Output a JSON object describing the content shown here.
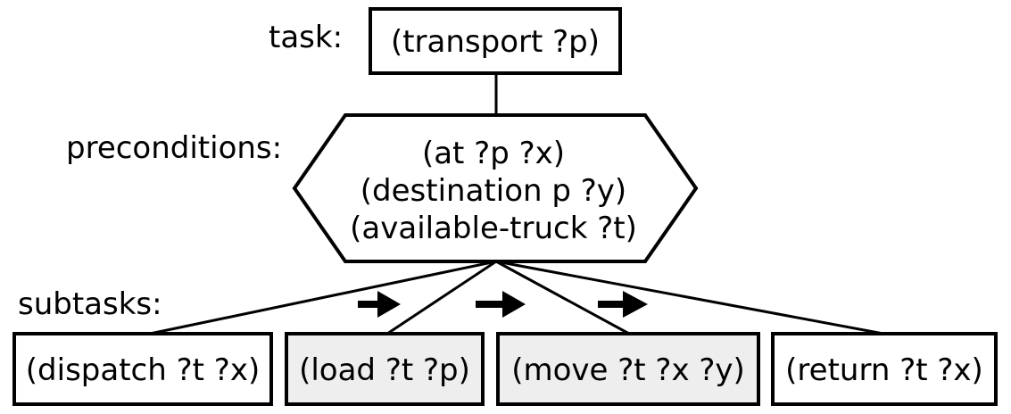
{
  "labels": {
    "task": "task:",
    "preconditions": "preconditions:",
    "subtasks": "subtasks:"
  },
  "task_node": {
    "text": "(transport ?p)"
  },
  "precondition_node": {
    "lines": [
      "(at ?p ?x)",
      "(destination p ?y)",
      "(available-truck ?t)"
    ]
  },
  "subtasks": [
    {
      "text": "(dispatch ?t ?x)",
      "highlighted": false
    },
    {
      "text": "(load ?t ?p)",
      "highlighted": true
    },
    {
      "text": "(move ?t ?x ?y)",
      "highlighted": true
    },
    {
      "text": "(return ?t ?x)",
      "highlighted": false
    }
  ],
  "colors": {
    "stroke": "#000000",
    "highlight_fill": "#eeeeee",
    "plain_fill": "#ffffff"
  }
}
